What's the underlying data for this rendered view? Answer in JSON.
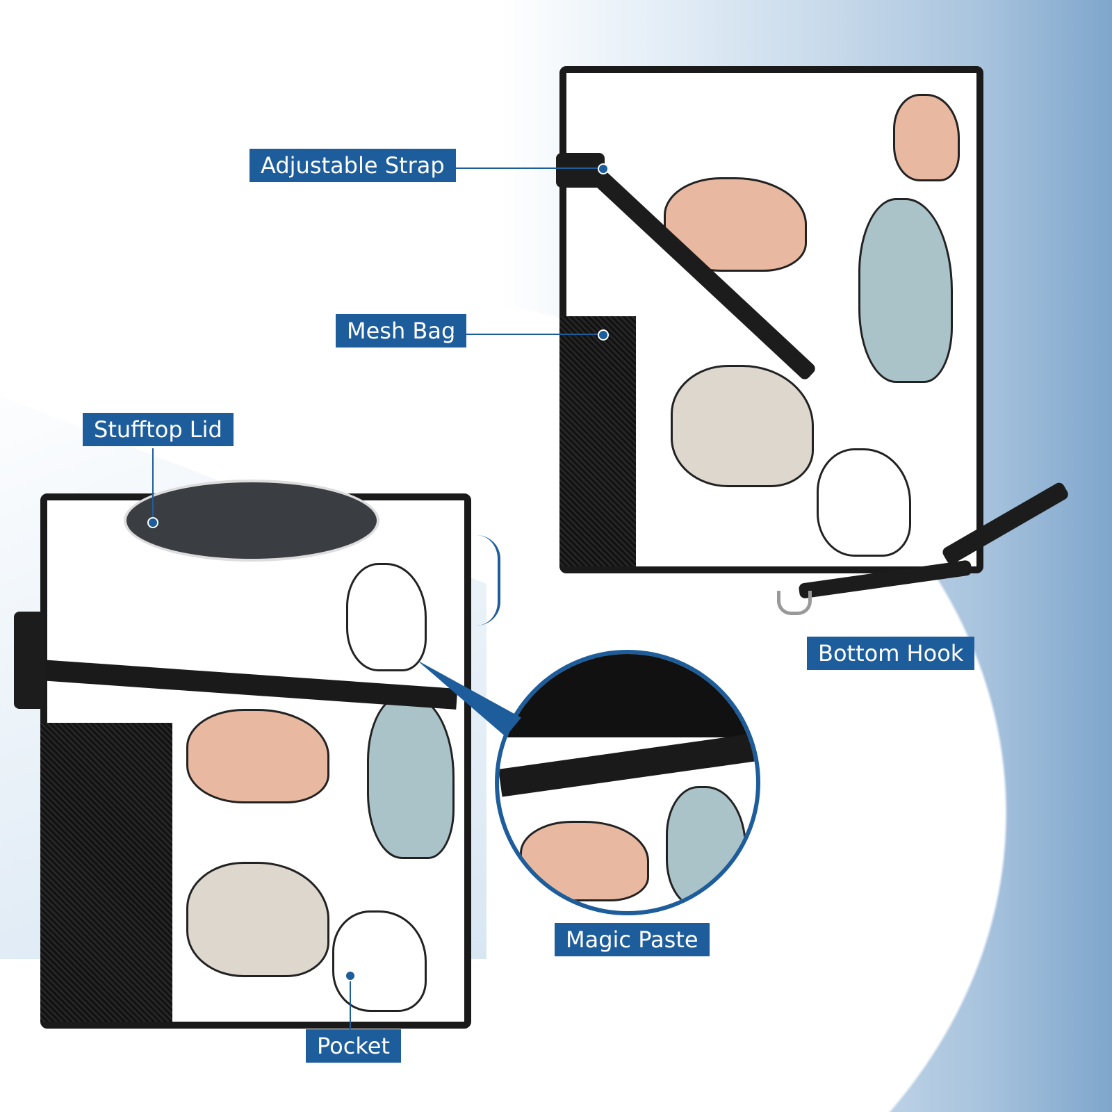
{
  "labels": {
    "adjustable_strap": "Adjustable Strap",
    "mesh_bag": "Mesh Bag",
    "stufftop_lid": "Stufftop Lid",
    "bottom_hook": "Bottom Hook",
    "magic_paste": "Magic Paste",
    "pocket": "Pocket"
  },
  "colors": {
    "accent": "#1e5d9b",
    "bag_trim": "#1a1a1a",
    "dog_pink": "#e8b9a0",
    "dog_blue": "#a9c3c8"
  }
}
